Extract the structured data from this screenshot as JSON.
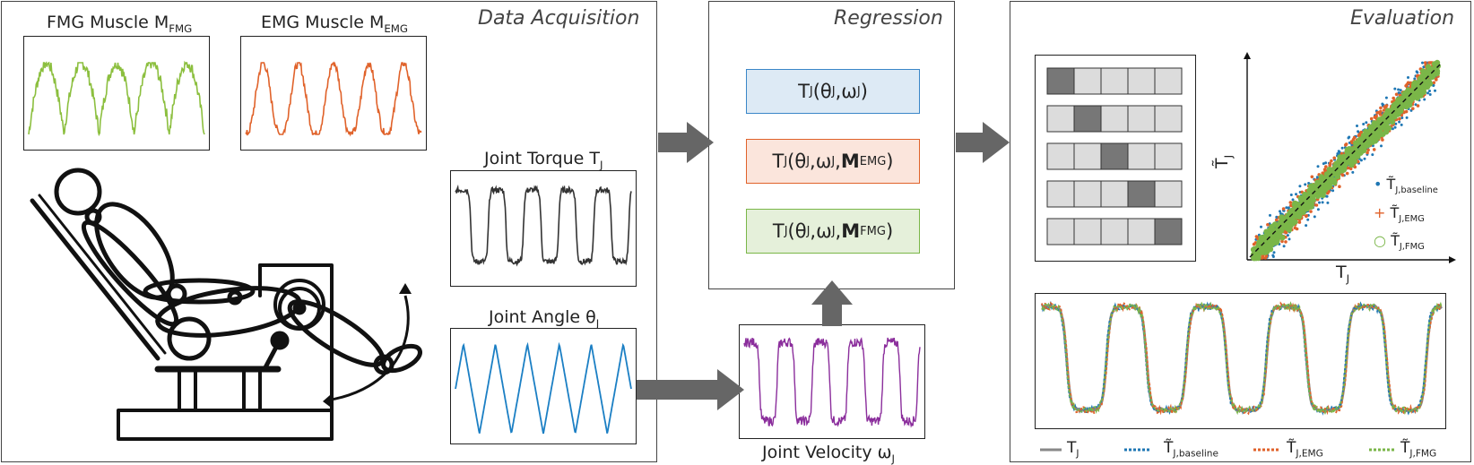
{
  "panels": {
    "acquisition_title": "Data Acquisition",
    "regression_title": "Regression",
    "evaluation_title": "Evaluation"
  },
  "signals": {
    "fmg": {
      "text": "FMG Muscle M",
      "sub": "FMG",
      "color": "#8cbf3f"
    },
    "emg": {
      "text": "EMG Muscle M",
      "sub": "EMG",
      "color": "#e0622a"
    },
    "torque": {
      "text": "Joint Torque T",
      "sub": "J",
      "color": "#333333"
    },
    "angle": {
      "text": "Joint Angle θ",
      "sub": "J",
      "color": "#1b7fc4"
    },
    "velocity": {
      "text": "Joint Velocity ω",
      "sub": "J",
      "color": "#8b2e9c"
    }
  },
  "regression": {
    "eq1": {
      "pre": "T",
      "sub": "J",
      "args": "(θ",
      "s1": "J",
      "mid": ",ω",
      "s2": "J",
      "post": ")",
      "bg": "#ddeaf5",
      "border": "#3a86c8"
    },
    "eq2": {
      "pre": "T",
      "sub": "J",
      "args": "(θ",
      "s1": "J",
      "mid": ",ω",
      "s2": "J",
      "bold": "M",
      "msub": "EMG",
      "post": ")",
      "bg": "#fbe5dc",
      "border": "#e0622a"
    },
    "eq3": {
      "pre": "T",
      "sub": "J",
      "args": "(θ",
      "s1": "J",
      "mid": ",ω",
      "s2": "J",
      "bold": "M",
      "msub": "FMG",
      "post": ")",
      "bg": "#e5f0da",
      "border": "#7ab648"
    }
  },
  "evaluation": {
    "scatter_xlabel": "T",
    "scatter_xsub": "J",
    "scatter_ylabel": "T̃",
    "scatter_ysub": "J",
    "legend": [
      {
        "text": "T̃",
        "sub": "J,baseline",
        "marker": "•",
        "color": "#1f77b4"
      },
      {
        "text": "T̃",
        "sub": "J,EMG",
        "marker": "+",
        "color": "#e0622a"
      },
      {
        "text": "T̃",
        "sub": "J,FMG",
        "marker": "○",
        "color": "#7ab648"
      }
    ],
    "bottom_legend": [
      {
        "text": "T",
        "sub": "J",
        "color": "#888888"
      },
      {
        "text": "T̃",
        "sub": "J,baseline",
        "color": "#1f77b4"
      },
      {
        "text": "T̃",
        "sub": "J,EMG",
        "color": "#e0622a"
      },
      {
        "text": "T̃",
        "sub": "J,FMG",
        "color": "#7ab648"
      }
    ]
  }
}
